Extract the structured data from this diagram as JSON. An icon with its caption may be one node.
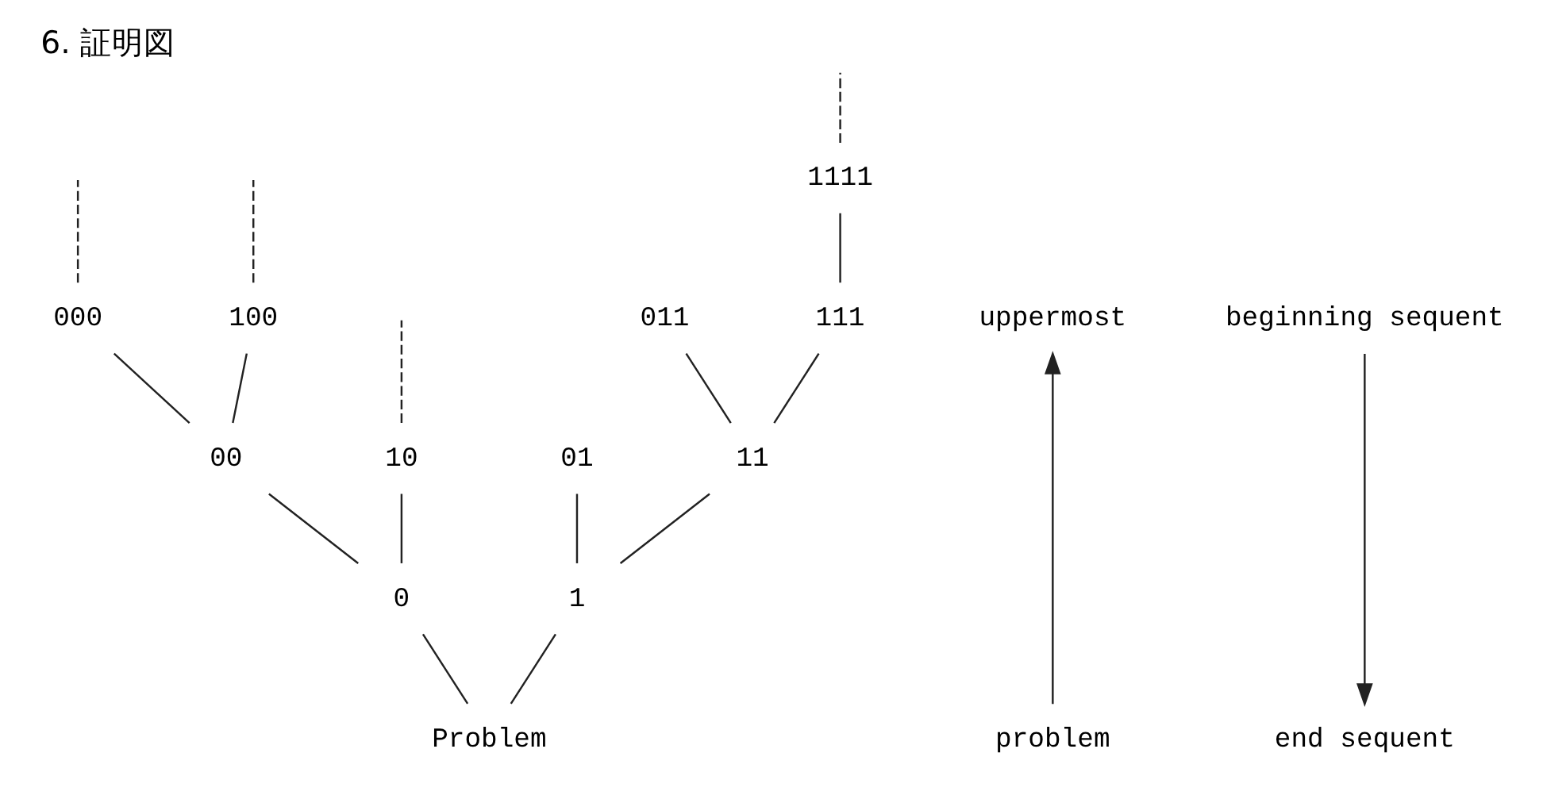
{
  "diagram": {
    "title": "6. 証明図",
    "nodes": [
      {
        "text": [
          "1111"
        ]
      },
      {
        "text": [
          "000"
        ]
      },
      {
        "text": [
          "100"
        ]
      },
      {
        "text": [
          "011"
        ]
      },
      {
        "text": [
          "111"
        ]
      },
      {
        "text": [
          "uppermost"
        ]
      },
      {
        "text": [
          "beginning sequent"
        ]
      },
      {
        "text": [
          "00"
        ]
      },
      {
        "text": [
          "10"
        ]
      },
      {
        "text": [
          "01"
        ]
      },
      {
        "text": [
          "11"
        ]
      },
      {
        "text": [
          "0"
        ]
      },
      {
        "text": [
          "1"
        ]
      },
      {
        "text": [
          "Problem"
        ]
      },
      {
        "text": [
          "problem"
        ]
      },
      {
        "text": [
          "end sequent"
        ]
      }
    ],
    "edges": [
      {
        "from": 13,
        "to": 11,
        "arrow": "none"
      },
      {
        "from": 13,
        "to": 12,
        "arrow": "none"
      },
      {
        "from": 11,
        "to": 7,
        "arrow": "none"
      },
      {
        "from": 11,
        "to": 8,
        "arrow": "none"
      },
      {
        "from": 7,
        "to": 1,
        "arrow": "none"
      },
      {
        "from": 7,
        "to": 2,
        "arrow": "none"
      },
      {
        "from": 12,
        "to": 9,
        "arrow": "none"
      },
      {
        "from": 12,
        "to": 10,
        "arrow": "none"
      },
      {
        "from": 10,
        "to": 3,
        "arrow": "none"
      },
      {
        "from": 10,
        "to": 4,
        "arrow": "none"
      },
      {
        "from": 4,
        "to": 0,
        "arrow": "none"
      },
      {
        "from": 1,
        "to": null,
        "arrow": "none",
        "style": "dashed"
      },
      {
        "from": 2,
        "to": null,
        "arrow": "none",
        "style": "dashed"
      },
      {
        "from": 8,
        "to": null,
        "arrow": "none",
        "style": "dashed"
      },
      {
        "from": 0,
        "to": null,
        "arrow": "none",
        "style": "dashed"
      },
      {
        "from": 14,
        "to": 5,
        "arrow": "to"
      },
      {
        "from": 6,
        "to": 15,
        "arrow": "to"
      }
    ]
  }
}
